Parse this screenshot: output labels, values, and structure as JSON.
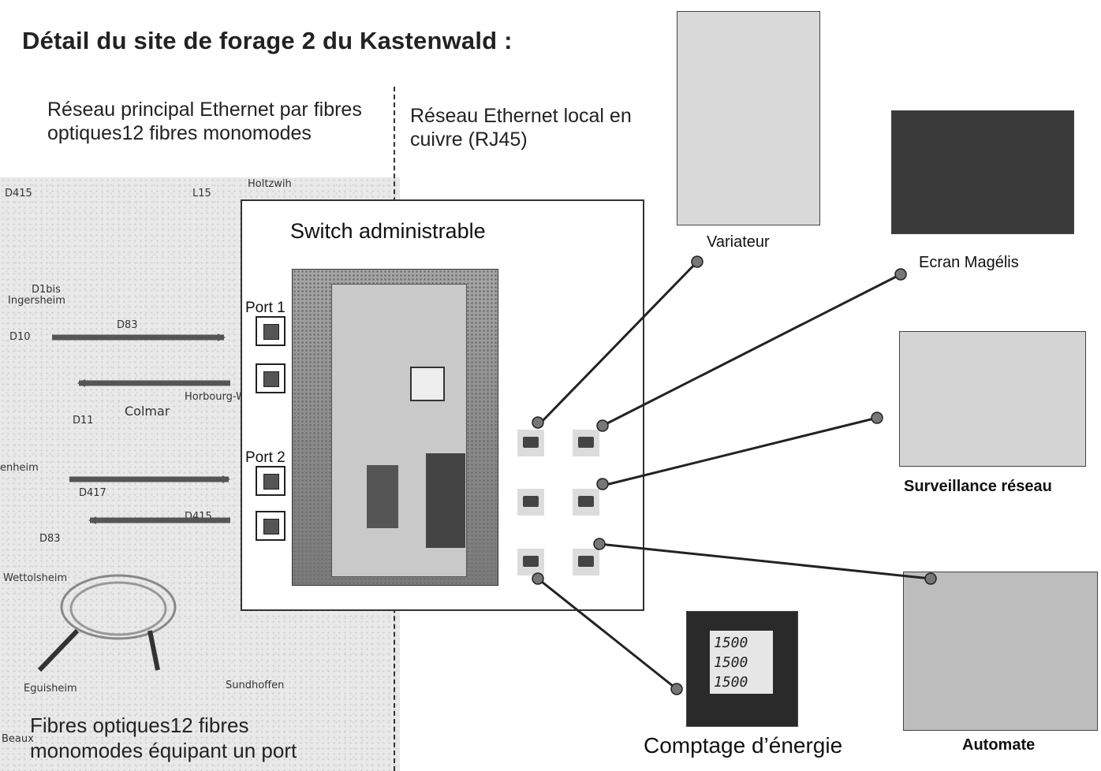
{
  "title": "Détail du site de forage 2 du Kastenwald :",
  "left_network": "Réseau principal Ethernet par fibres optiques12 fibres monomodes",
  "local_network": "Réseau Ethernet local en cuivre (RJ45)",
  "switch": {
    "title": "Switch  administrable",
    "port1": "Port 1",
    "port2": "Port 2"
  },
  "fiber_caption": "Fibres optiques12 fibres monomodes équipant un port",
  "map_labels": {
    "l1": "D415",
    "l2": "D1bis",
    "l3": "Ingersheim",
    "l4": "D10",
    "l5": "D83",
    "l6": "Horbourg-Wihr",
    "l7": "D11",
    "l8": "Colmar",
    "l9": "enheim",
    "l10": "D417",
    "l11": "D415",
    "l12": "D83",
    "l13": "Wettolsheim",
    "l14": "Eguisheim",
    "l15": "Sundhoffen",
    "l16": "Beaux",
    "l17": "L15",
    "l18": "Holtzwih"
  },
  "devices": {
    "variateur": "Variateur",
    "ecran": "Ecran Magélis",
    "surveillance": "Surveillance réseau",
    "comptage": "Comptage d’énergie",
    "automate": "Automate"
  },
  "meter_readings": [
    "1500",
    "1500",
    "1500"
  ],
  "colors": {
    "line": "#222222",
    "dot": "#777777",
    "arrow": "#555555"
  }
}
